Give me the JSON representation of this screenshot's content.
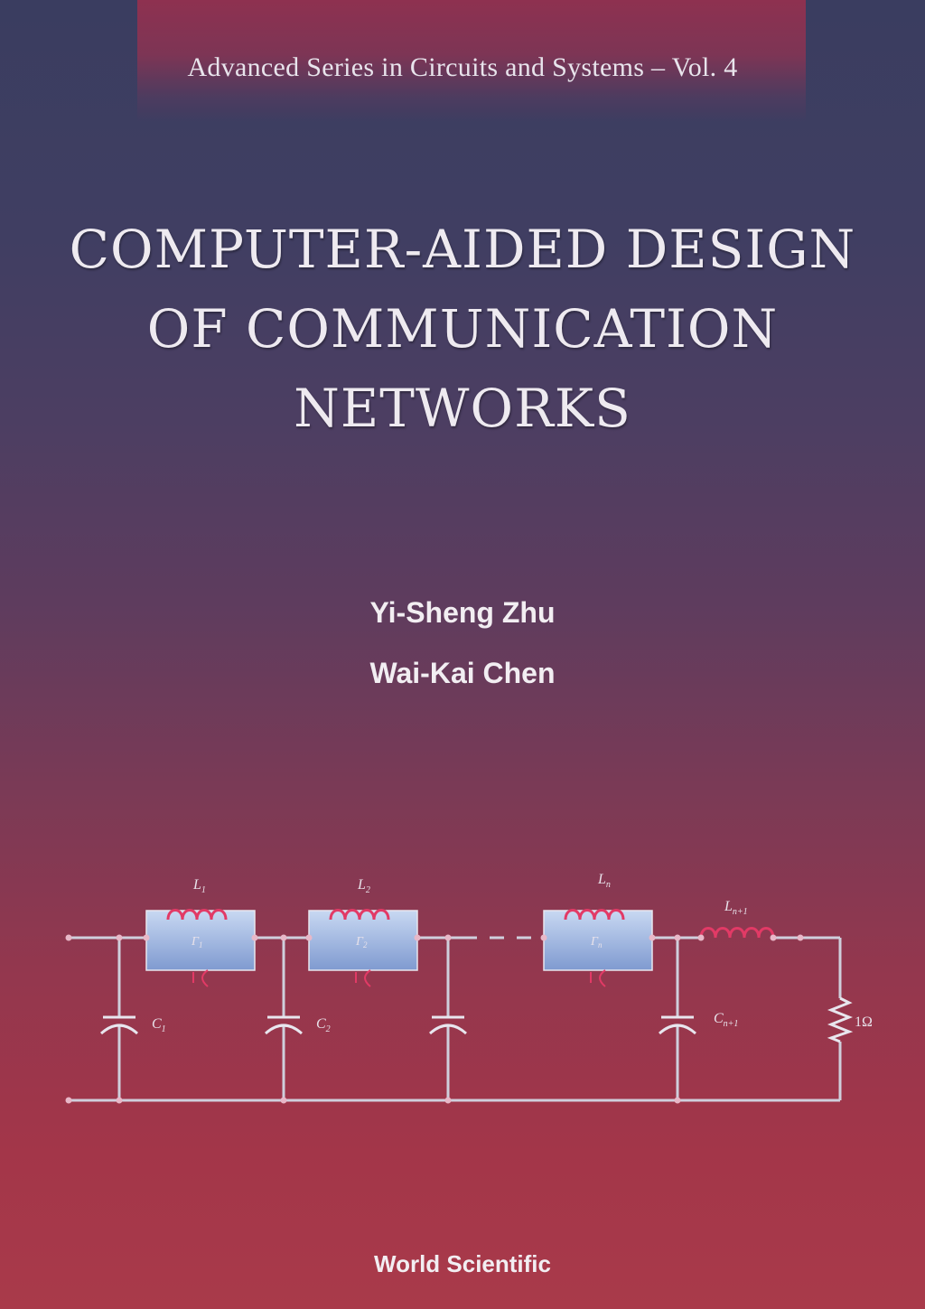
{
  "series_title": "Advanced Series in Circuits and Systems – Vol. 4",
  "title_lines": [
    "COMPUTER-AIDED DESIGN",
    "OF COMMUNICATION",
    "NETWORKS"
  ],
  "authors": [
    "Yi-Sheng Zhu",
    "Wai-Kai Chen"
  ],
  "publisher": "World Scientific",
  "circuit_labels": {
    "L1": "L",
    "L1_sub": "1",
    "L2": "L",
    "L2_sub": "2",
    "Ln": "L",
    "Ln_sub": "n",
    "Ln1": "L",
    "Ln1_sub": "n+1",
    "G1": "Γ",
    "G1_sub": "1",
    "G2": "Γ",
    "G2_sub": "2",
    "Gn": "Γ",
    "Gn_sub": "n",
    "C1": "C",
    "C1_sub": "1",
    "C2": "C",
    "C2_sub": "2",
    "Cn1": "C",
    "Cn1_sub": "n+1",
    "R": "1Ω"
  },
  "colors": {
    "wire": "#cfcfdc",
    "box_top": "#c8d8f2",
    "box_bottom": "#7f9ad0",
    "coil": "#e23a66",
    "capacitor": "#e8e6ee"
  }
}
